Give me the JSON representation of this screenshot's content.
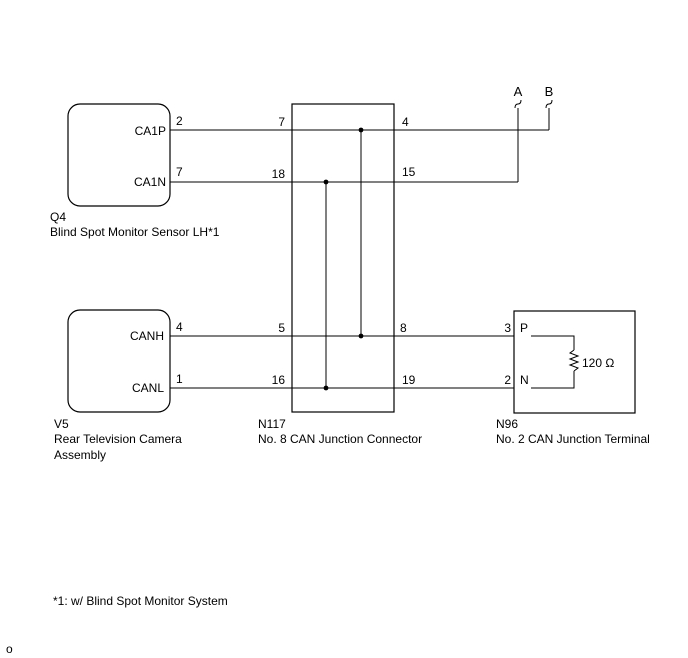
{
  "components": {
    "q4": {
      "code": "Q4",
      "name": "Blind Spot Monitor Sensor LH*1",
      "pins": [
        {
          "label": "CA1P",
          "number": "2"
        },
        {
          "label": "CA1N",
          "number": "7"
        }
      ]
    },
    "v5": {
      "code": "V5",
      "name_line1": "Rear Television Camera",
      "name_line2": "Assembly",
      "pins": [
        {
          "label": "CANH",
          "number": "4"
        },
        {
          "label": "CANL",
          "number": "1"
        }
      ]
    },
    "n117": {
      "code": "N117",
      "name": "No. 8 CAN Junction Connector",
      "left_pins": [
        "7",
        "18",
        "5",
        "16"
      ],
      "right_pins": [
        "4",
        "15",
        "8",
        "19"
      ]
    },
    "n96": {
      "code": "N96",
      "name": "No. 2 CAN Junction Terminal",
      "pins": [
        {
          "label": "P",
          "number": "3"
        },
        {
          "label": "N",
          "number": "2"
        }
      ],
      "resistor": "120 Ω"
    }
  },
  "connectors": {
    "a": "A",
    "b": "B"
  },
  "footnote": "*1: w/ Blind Spot Monitor System",
  "corner_mark": "o"
}
